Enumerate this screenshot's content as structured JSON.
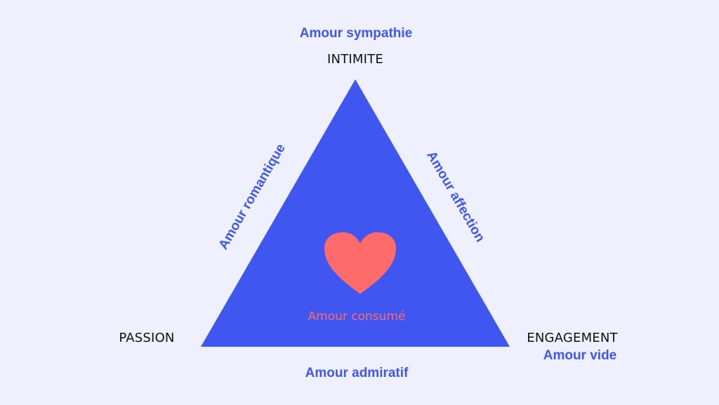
{
  "colors": {
    "background": "#eef0fd",
    "triangle": "#3f56f0",
    "heart": "#ff6b6b",
    "vertex_text": "#111111",
    "love_type_text": "#3f56f0",
    "center_text": "#ff6b6b"
  },
  "icons": {
    "center": "heart-icon"
  },
  "vertices": {
    "top": "INTIMITE",
    "left": "PASSION",
    "right": "ENGAGEMENT"
  },
  "love_types": {
    "top": "Amour sympathie",
    "left_side": "Amour romantique",
    "right_side": "Amour affection",
    "right": "Amour vide",
    "bottom": "Amour admiratif",
    "center": "Amour consumé"
  }
}
